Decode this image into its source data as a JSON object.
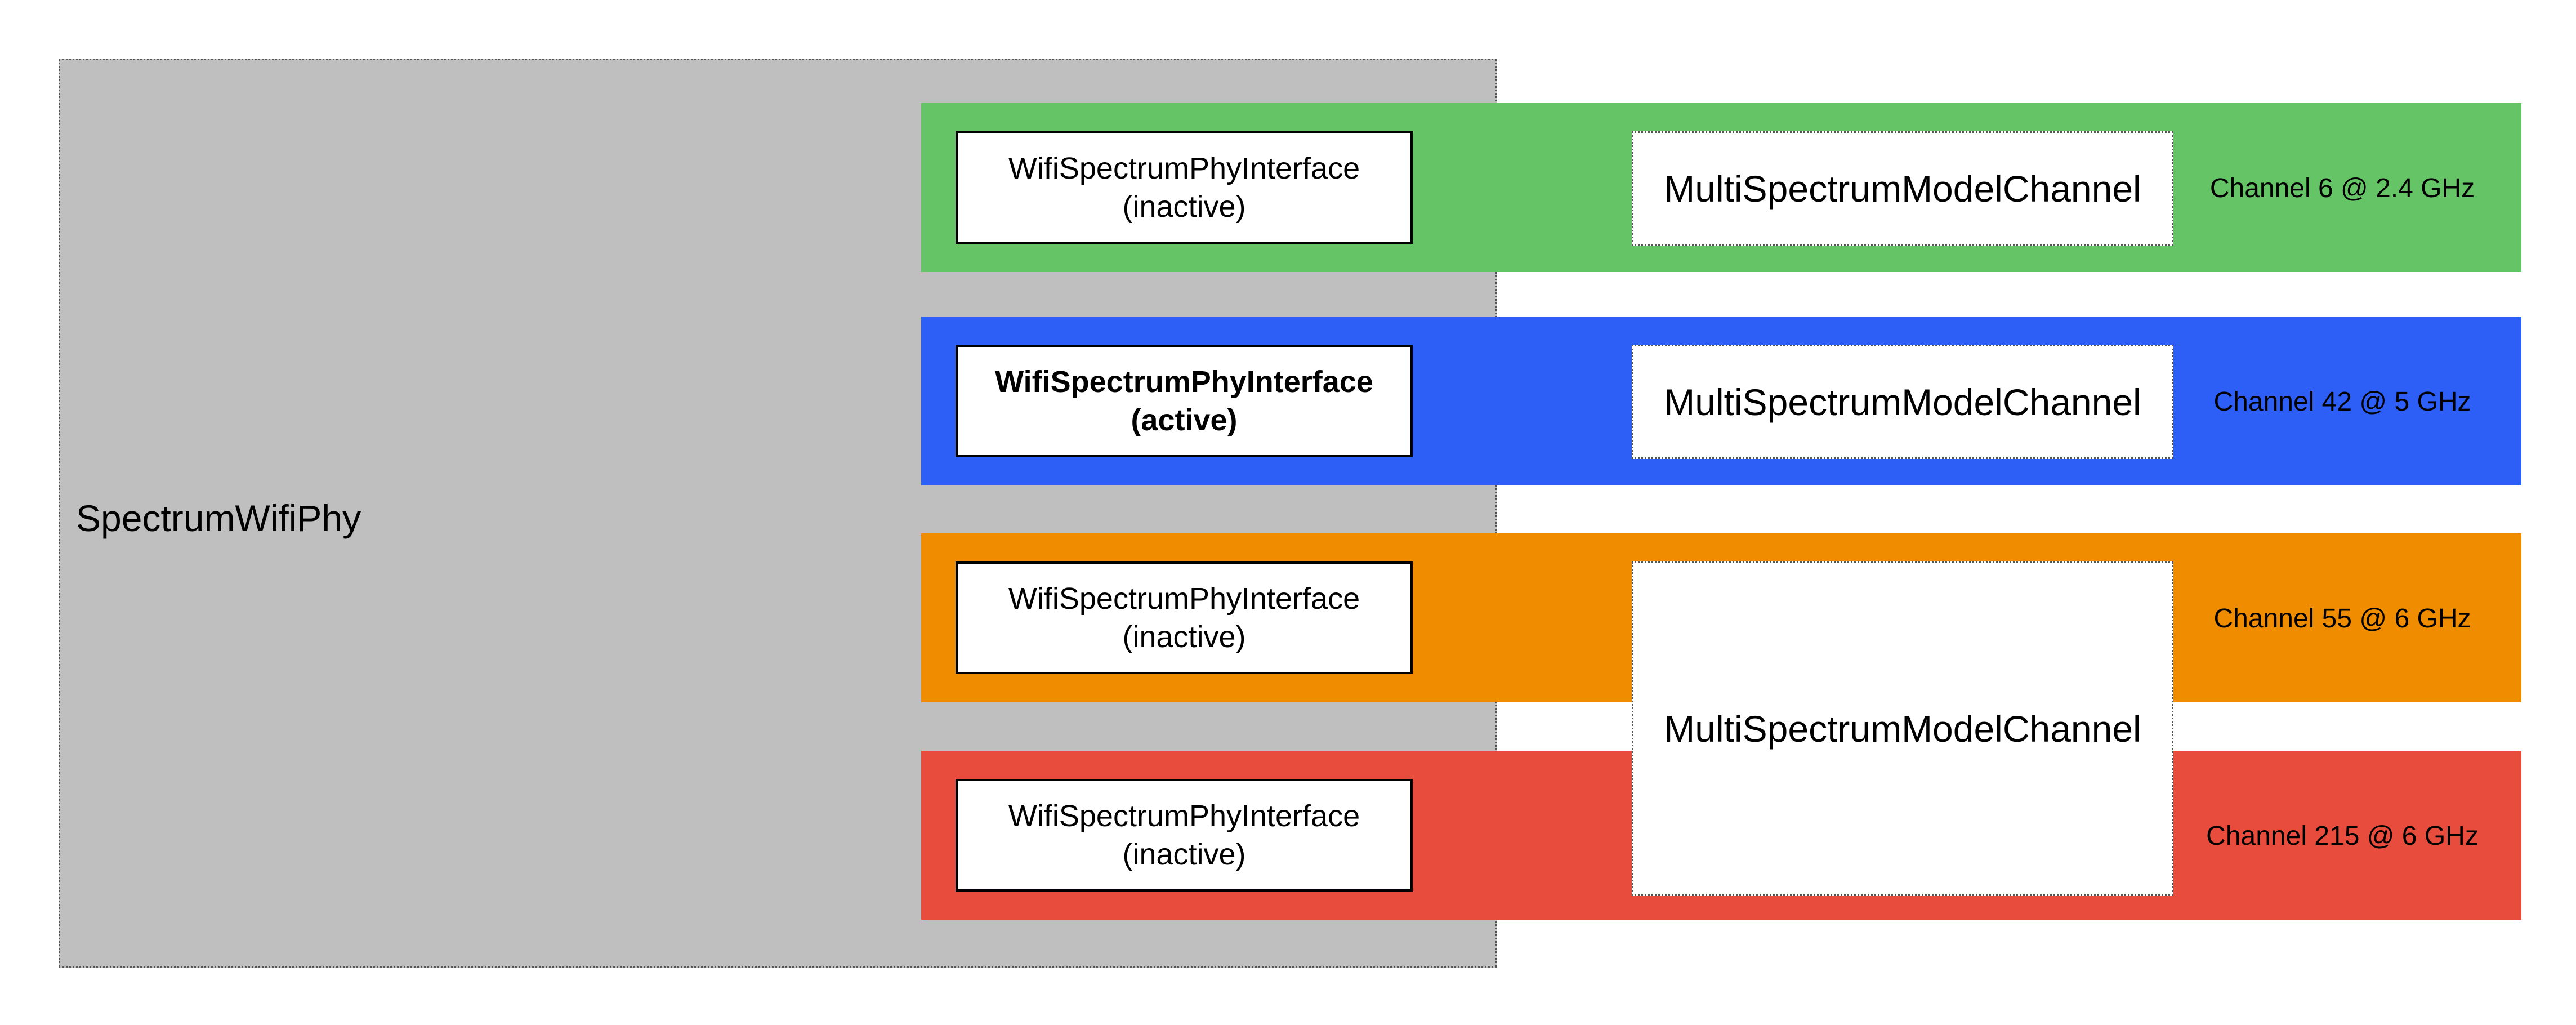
{
  "phy": {
    "label": "SpectrumWifiPhy",
    "color": "#bfbfbf"
  },
  "bands": [
    {
      "color": "#65c466",
      "interface": {
        "line1": "WifiSpectrumPhyInterface",
        "line2": "(inactive)",
        "active": false
      },
      "channel_label": "Channel 6 @ 2.4 GHz"
    },
    {
      "color": "#2d5ef5",
      "interface": {
        "line1": "WifiSpectrumPhyInterface",
        "line2": "(active)",
        "active": true
      },
      "channel_label": "Channel 42 @ 5 GHz"
    },
    {
      "color": "#f08c00",
      "interface": {
        "line1": "WifiSpectrumPhyInterface",
        "line2": "(inactive)",
        "active": false
      },
      "channel_label": "Channel 55 @ 6 GHz"
    },
    {
      "color": "#e84c3d",
      "interface": {
        "line1": "WifiSpectrumPhyInterface",
        "line2": "(inactive)",
        "active": false
      },
      "channel_label": "Channel 215 @ 6 GHz"
    }
  ],
  "channels": [
    {
      "label": "MultiSpectrumModelChannel"
    },
    {
      "label": "MultiSpectrumModelChannel"
    },
    {
      "label": "MultiSpectrumModelChannel"
    }
  ]
}
